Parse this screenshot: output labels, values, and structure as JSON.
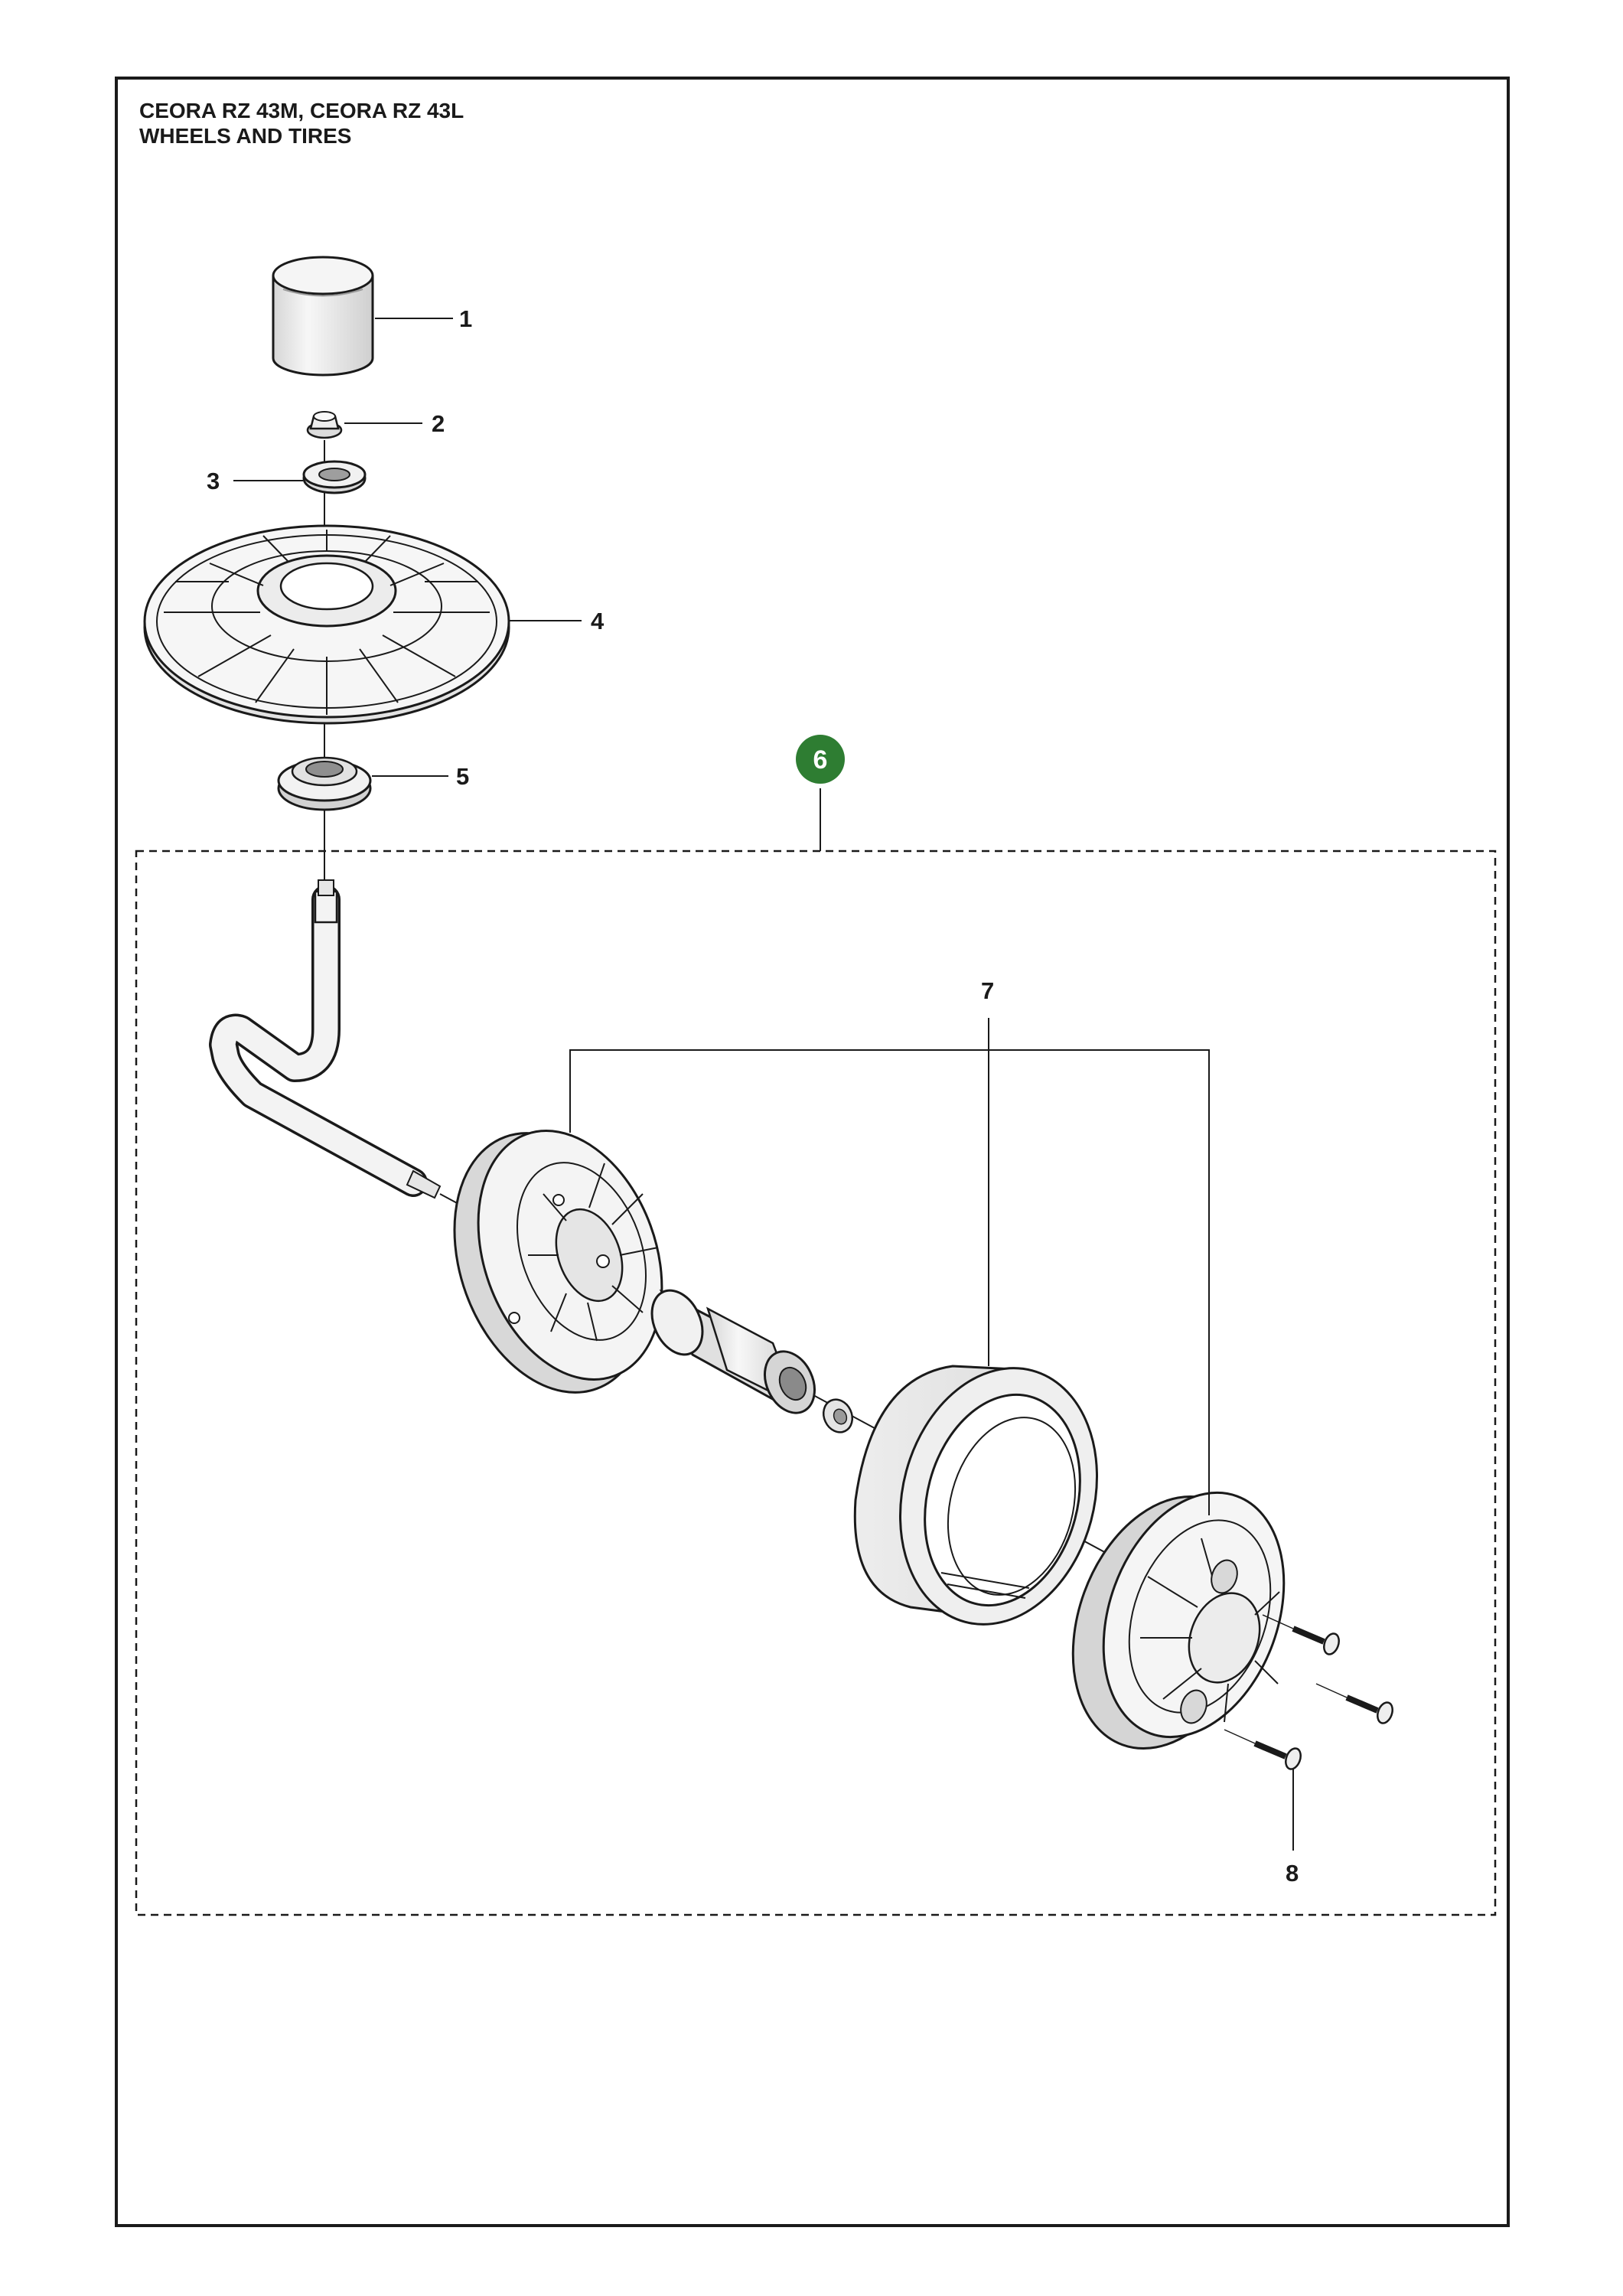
{
  "header": {
    "model_line": "CEORA RZ 43M, CEORA RZ 43L",
    "section_title": "WHEELS AND TIRES"
  },
  "callouts": {
    "c1": "1",
    "c2": "2",
    "c3": "3",
    "c4": "4",
    "c5": "5",
    "c6": "6",
    "c7": "7",
    "c8": "8"
  },
  "colors": {
    "kit_badge": "#2e7d32",
    "line": "#1a1a1a",
    "part_fill": "#f2f2f2",
    "part_shade": "#cfcfcf"
  }
}
